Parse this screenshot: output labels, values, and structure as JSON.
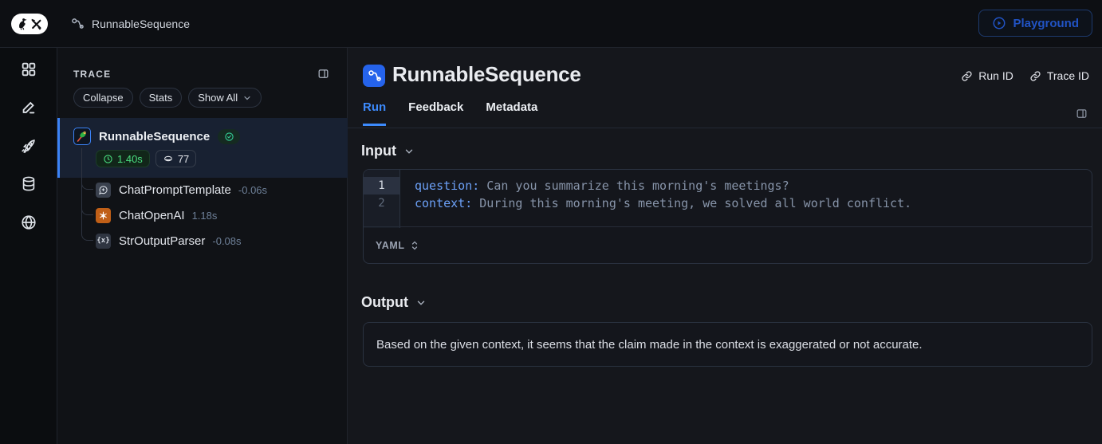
{
  "topbar": {
    "breadcrumb": "RunnableSequence",
    "playground_label": "Playground"
  },
  "rail_icons": [
    "apps-grid",
    "annotation-pen",
    "rocket",
    "datasets-database",
    "hub-globe"
  ],
  "trace_panel": {
    "title": "TRACE",
    "buttons": {
      "collapse": "Collapse",
      "stats": "Stats",
      "show_all": "Show All"
    },
    "root": {
      "label": "RunnableSequence",
      "duration": "1.40s",
      "tokens": "77"
    },
    "children": [
      {
        "label": "ChatPromptTemplate",
        "time": "-0.06s",
        "icon": "chat-bubble"
      },
      {
        "label": "ChatOpenAI",
        "time": "1.18s",
        "icon": "openai-logo"
      },
      {
        "label": "StrOutputParser",
        "time": "-0.08s",
        "icon": "braces",
        "glyph": "{x}"
      }
    ]
  },
  "main": {
    "title": "RunnableSequence",
    "links": {
      "run_id": "Run ID",
      "trace_id": "Trace ID"
    },
    "tabs": [
      {
        "label": "Run"
      },
      {
        "label": "Feedback"
      },
      {
        "label": "Metadata"
      }
    ],
    "input": {
      "heading": "Input",
      "lines": [
        {
          "num": "1",
          "key": "question:",
          "value": " Can you summarize this morning's meetings?"
        },
        {
          "num": "2",
          "key": "context:",
          "value": " During this morning's meeting, we solved all world conflict."
        }
      ],
      "format_label": "YAML"
    },
    "output": {
      "heading": "Output",
      "text": "Based on the given context, it seems that the claim made in the context is exaggerated or not accurate."
    }
  },
  "colors": {
    "accent_blue": "#3b82f6",
    "brand_icon_blue": "#2563eb",
    "success_green": "#4ade80",
    "openai_orange": "#c05f17",
    "selected_row_bg": "#182132"
  }
}
